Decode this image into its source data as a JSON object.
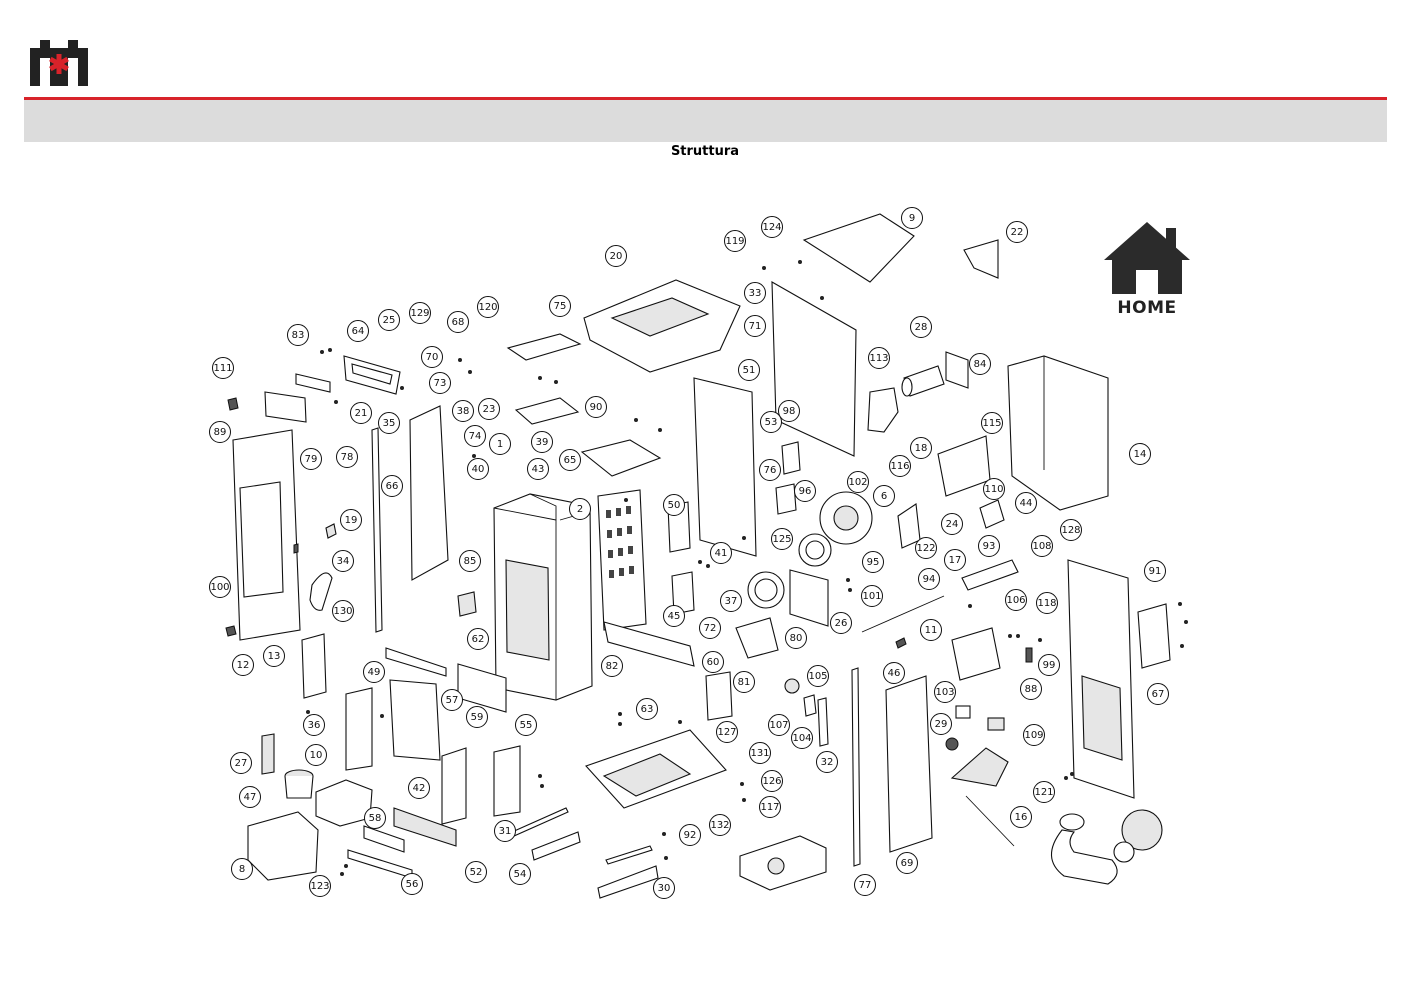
{
  "header": {
    "section_title": "Struttura",
    "brand_colors": {
      "accent_red": "#d8232a",
      "band_grey": "#dcdcdc",
      "logo_dark": "#222222"
    }
  },
  "home_button": {
    "label": "HOME",
    "icon": "house-icon"
  },
  "diagram": {
    "type": "exploded-parts-view",
    "callouts": [
      "1",
      "2",
      "6",
      "8",
      "9",
      "10",
      "11",
      "12",
      "13",
      "14",
      "16",
      "17",
      "18",
      "19",
      "20",
      "21",
      "22",
      "23",
      "24",
      "25",
      "26",
      "27",
      "28",
      "29",
      "30",
      "31",
      "32",
      "33",
      "34",
      "35",
      "36",
      "37",
      "38",
      "39",
      "40",
      "41",
      "42",
      "43",
      "44",
      "45",
      "46",
      "47",
      "49",
      "50",
      "51",
      "52",
      "53",
      "54",
      "55",
      "56",
      "57",
      "58",
      "59",
      "60",
      "62",
      "63",
      "64",
      "65",
      "66",
      "67",
      "68",
      "69",
      "70",
      "71",
      "72",
      "73",
      "74",
      "75",
      "76",
      "77",
      "78",
      "79",
      "80",
      "81",
      "82",
      "83",
      "84",
      "85",
      "88",
      "89",
      "90",
      "91",
      "92",
      "93",
      "94",
      "95",
      "96",
      "98",
      "99",
      "100",
      "101",
      "102",
      "103",
      "104",
      "105",
      "106",
      "107",
      "108",
      "109",
      "110",
      "111",
      "113",
      "115",
      "116",
      "117",
      "118",
      "119",
      "120",
      "121",
      "122",
      "123",
      "124",
      "125",
      "126",
      "127",
      "128",
      "129",
      "130",
      "131",
      "132"
    ]
  }
}
